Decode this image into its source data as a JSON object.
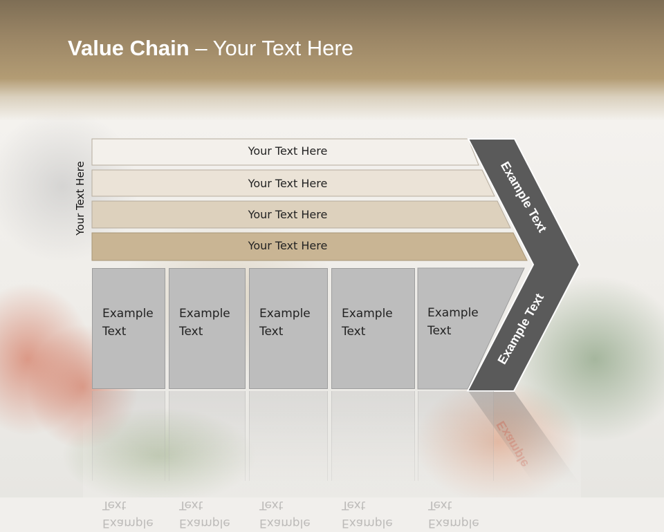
{
  "title": {
    "bold": "Value Chain",
    "rest": " – Your Text Here"
  },
  "vertical_label": "Your Text Here",
  "bars": [
    {
      "label": "Your Text Here"
    },
    {
      "label": "Your Text Here"
    },
    {
      "label": "Your Text Here"
    },
    {
      "label": "Your Text Here"
    }
  ],
  "boxes": [
    {
      "line1": "Example",
      "line2": "Text"
    },
    {
      "line1": "Example",
      "line2": "Text"
    },
    {
      "line1": "Example",
      "line2": "Text"
    },
    {
      "line1": "Example",
      "line2": "Text"
    },
    {
      "line1": "Example",
      "line2": "Text"
    }
  ],
  "chevron": {
    "upper": "Example Text",
    "lower": "Example Text"
  },
  "colors": {
    "bar1": "#f3f0eb",
    "bar2": "#ebe3d7",
    "bar3": "#ddd1bd",
    "bar4": "#c9b594",
    "box": "#bdbdbd",
    "chevron": "#5a5a5a"
  }
}
